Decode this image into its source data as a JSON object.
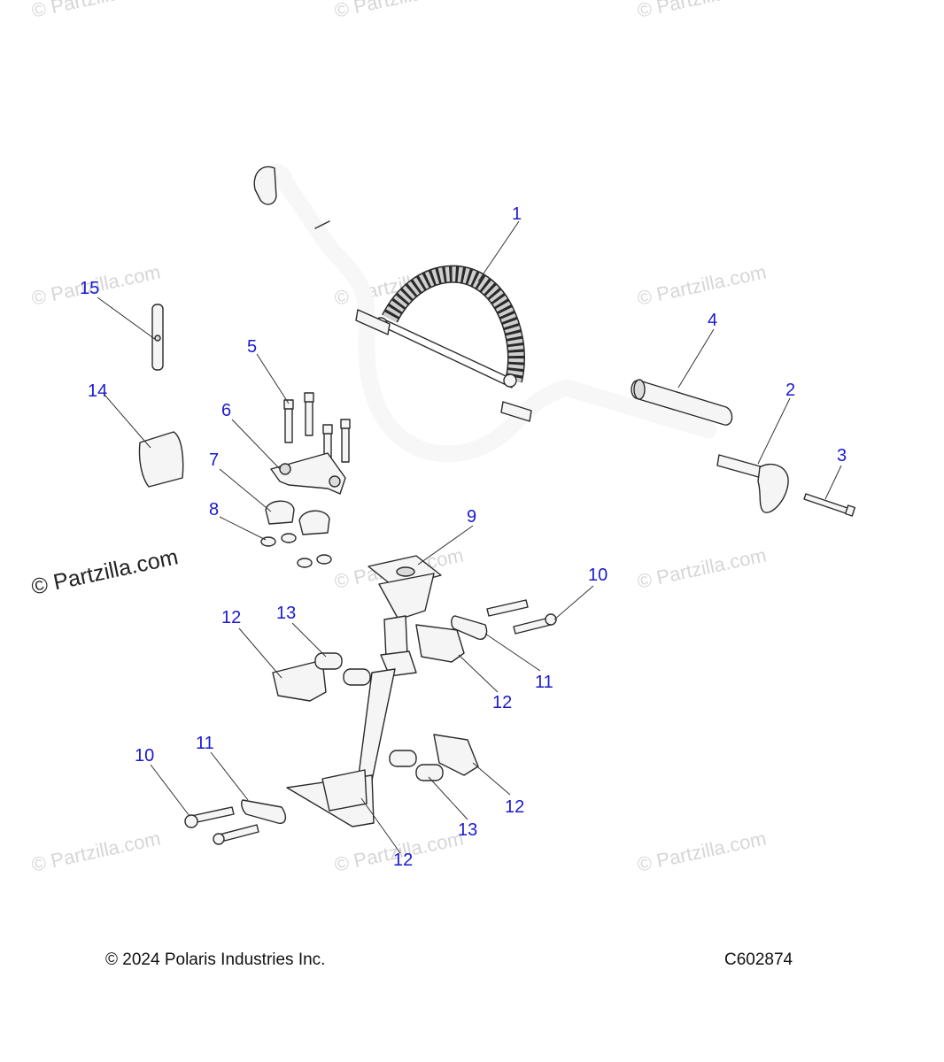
{
  "watermark": {
    "text": "© Partzilla.com"
  },
  "callouts": {
    "c1": "1",
    "c2": "2",
    "c3": "3",
    "c4": "4",
    "c5": "5",
    "c6": "6",
    "c7": "7",
    "c8": "8",
    "c9": "9",
    "c10a": "10",
    "c10b": "10",
    "c11a": "11",
    "c11b": "11",
    "c12a": "12",
    "c12b": "12",
    "c12c": "12",
    "c12d": "12",
    "c13a": "13",
    "c13b": "13",
    "c14": "14",
    "c15": "15"
  },
  "footer": {
    "copyright": "© 2024 Polaris Industries Inc.",
    "diagram_code": "C602874"
  },
  "colors": {
    "callout": "#1a1ad0",
    "watermark": "#d6d6d6",
    "line": "#2a2a2a"
  }
}
